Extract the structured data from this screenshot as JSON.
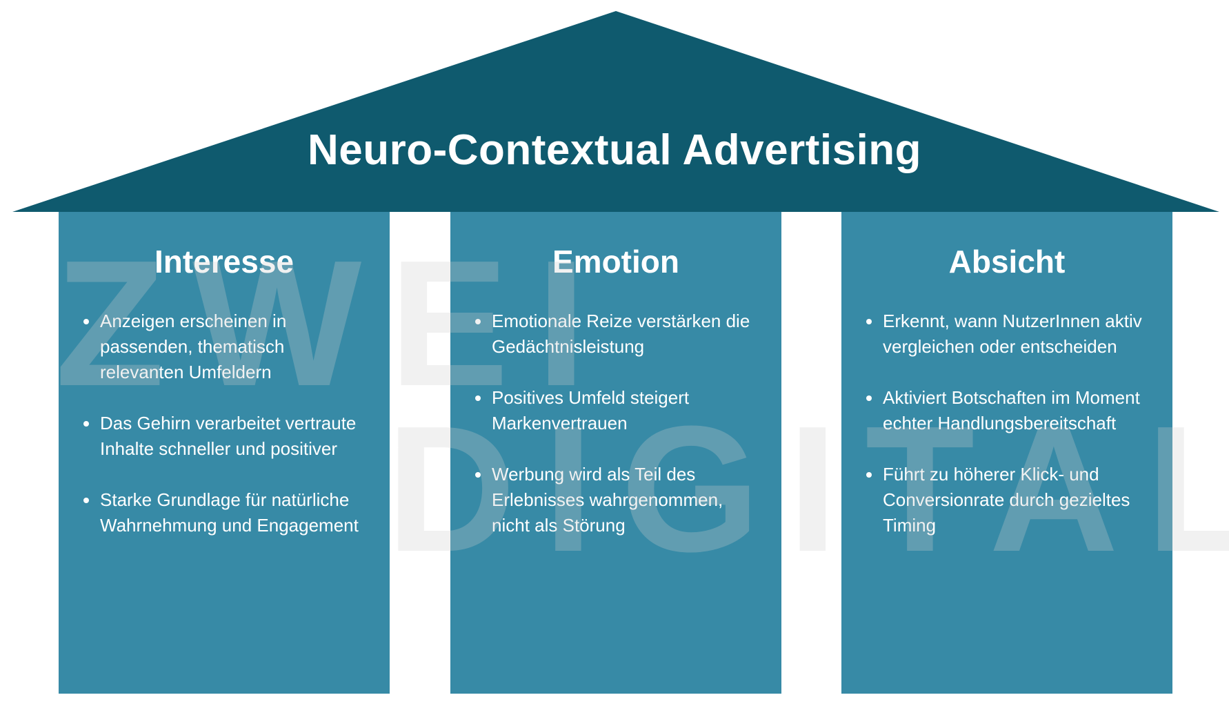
{
  "title": "Neuro-Contextual Advertising",
  "colors": {
    "roof": "#0f5a6e",
    "pillar": "#378aa6",
    "text": "#ffffff",
    "watermark": "#cfcfcf"
  },
  "watermark": {
    "line1": "ZWEI",
    "line2": "DIGITAL"
  },
  "pillars": [
    {
      "title": "Interesse",
      "bullets": [
        "Anzeigen erscheinen in passenden, thematisch relevanten Umfeldern",
        "Das Gehirn verarbeitet vertraute Inhalte schneller und positiver",
        "Starke Grundlage für natürliche Wahrnehmung und Engagement"
      ]
    },
    {
      "title": "Emotion",
      "bullets": [
        "Emotionale Reize verstärken die Gedächtnisleistung",
        "Positives Umfeld steigert Markenvertrauen",
        "Werbung wird als Teil des Erlebnisses wahrgenommen, nicht als Störung"
      ]
    },
    {
      "title": "Absicht",
      "bullets": [
        "Erkennt, wann NutzerInnen aktiv vergleichen oder entscheiden",
        "Aktiviert Botschaften im Moment echter Handlungsbereitschaft",
        "Führt zu höherer Klick- und Conversionrate durch gezieltes Timing"
      ]
    }
  ]
}
